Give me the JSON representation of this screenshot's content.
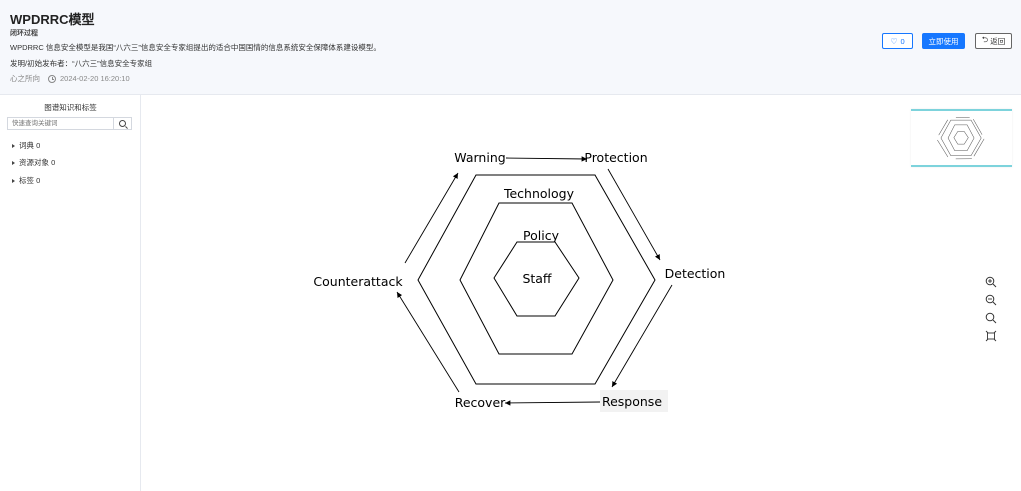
{
  "header": {
    "title": "WPDRRC模型",
    "subtitle": "闭环过程",
    "description": "WPDRRC 信息安全模型是我国“八六三”信息安全专家组提出的适合中国国情的信息系统安全保障体系建设模型。",
    "publisher": "发明/初始发布者：“八六三”信息安全专家组",
    "author": "心之所向",
    "timestamp": "2024-02-20 16:20:10",
    "like_count": "0",
    "use_label": "立即使用",
    "back_label": "返回"
  },
  "sidebar": {
    "title": "图谱知识和标签",
    "search_placeholder": "快速查询关键词",
    "items": [
      {
        "label": "词典 0"
      },
      {
        "label": "资源对象 0"
      },
      {
        "label": "标签 0"
      }
    ]
  },
  "diagram": {
    "layers": {
      "inner": "Staff",
      "second": "Policy",
      "third": "Technology"
    },
    "cycle": [
      "Warning",
      "Protection",
      "Detection",
      "Response",
      "Recover",
      "Counterattack"
    ]
  },
  "icons": [
    "heart-icon",
    "back-arrow-icon",
    "clock-icon",
    "search-icon",
    "caret-right-icon",
    "zoom-in-icon",
    "zoom-out-icon",
    "zoom-reset-icon",
    "fit-screen-icon"
  ],
  "colors": {
    "accent": "#1677ff",
    "minimap_border": "#7dd3dc"
  }
}
